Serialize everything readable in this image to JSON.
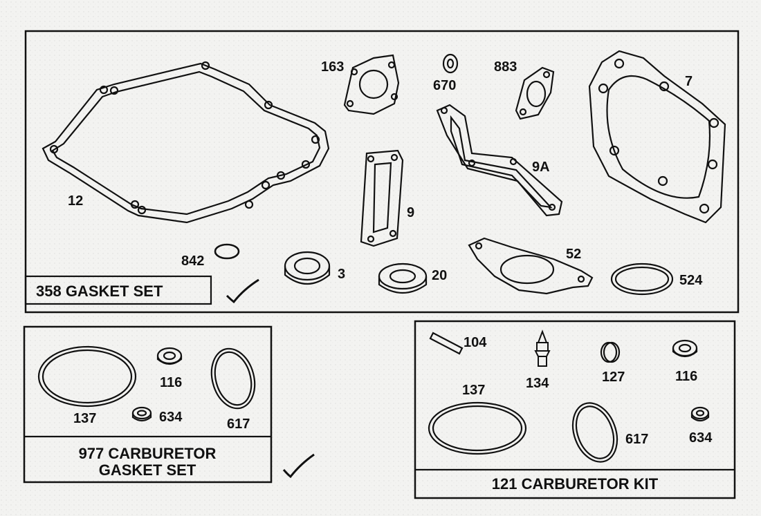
{
  "panels": {
    "gasket_set": {
      "title": "358 GASKET SET",
      "parts": {
        "p12": "12",
        "p163": "163",
        "p670": "670",
        "p883": "883",
        "p7": "7",
        "p9": "9",
        "p9a": "9A",
        "p842": "842",
        "p3": "3",
        "p20": "20",
        "p52": "52",
        "p524": "524"
      }
    },
    "carb_gasket_set": {
      "title_line1": "977 CARBURETOR",
      "title_line2": "GASKET SET",
      "parts": {
        "p137": "137",
        "p116": "116",
        "p634": "634",
        "p617": "617"
      }
    },
    "carb_kit": {
      "title": "121 CARBURETOR KIT",
      "parts": {
        "p104": "104",
        "p134": "134",
        "p127": "127",
        "p116": "116",
        "p137": "137",
        "p617": "617",
        "p634": "634"
      }
    }
  }
}
